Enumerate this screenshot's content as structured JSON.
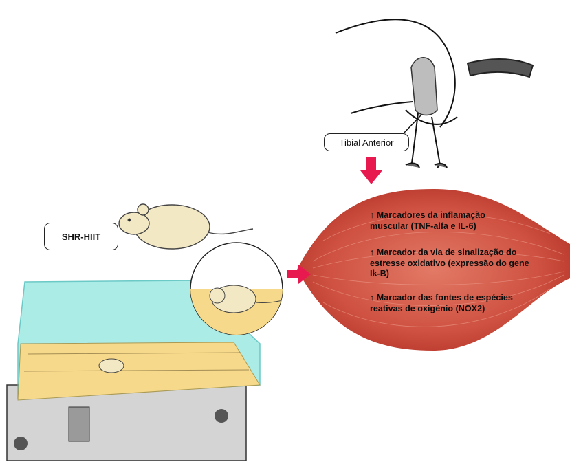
{
  "labels": {
    "group": "SHR-HIIT",
    "muscle": "Tibial Anterior"
  },
  "markers": [
    {
      "arrow": "↑",
      "text": "Marcadores da inflamação muscular (TNF-alfa e IL-6)"
    },
    {
      "arrow": "↑",
      "text": "Marcador da via de sinalização do estresse oxidativo (expressão do gene Ik-B)"
    },
    {
      "arrow": "↑",
      "text": "Marcador das fontes de espécies reativas de oxigênio (NOX2)"
    }
  ],
  "colors": {
    "arrow": "#e8194f",
    "water": "#8fe6e0",
    "floor": "#f6d98a",
    "muscle": "#d9614f",
    "rat": "#f3e8c4"
  },
  "icons": [
    "rat-icon",
    "treadmill-icon",
    "muscle-icon",
    "rat-leg-icon",
    "arrow-down-icon",
    "arrow-right-icon"
  ]
}
